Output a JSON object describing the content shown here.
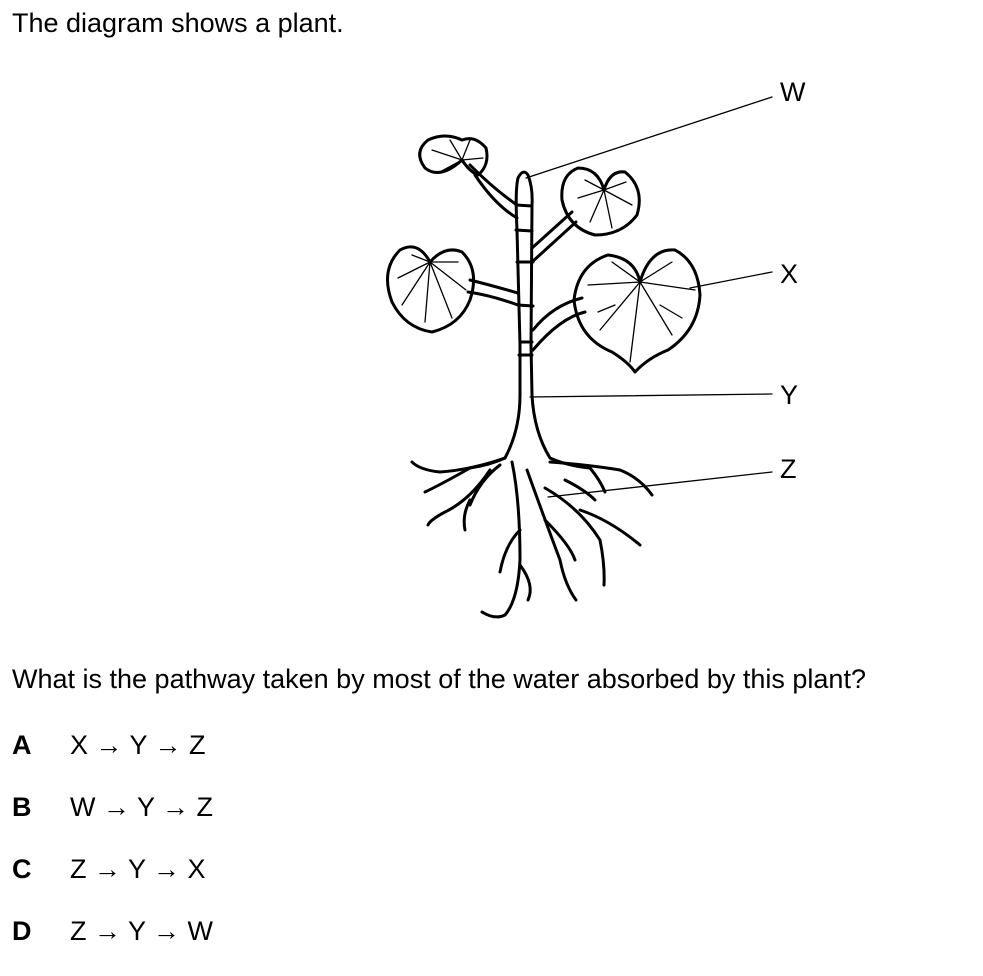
{
  "intro_text": "The diagram shows a plant.",
  "diagram": {
    "labels": {
      "w": "W",
      "x": "X",
      "y": "Y",
      "z": "Z"
    }
  },
  "question_text": "What is the pathway taken by most of the water absorbed by this plant?",
  "options": [
    {
      "letter": "A",
      "text": "X → Y → Z"
    },
    {
      "letter": "B",
      "text": "W → Y → Z"
    },
    {
      "letter": "C",
      "text": "Z → Y → X"
    },
    {
      "letter": "D",
      "text": "Z → Y → W"
    }
  ]
}
